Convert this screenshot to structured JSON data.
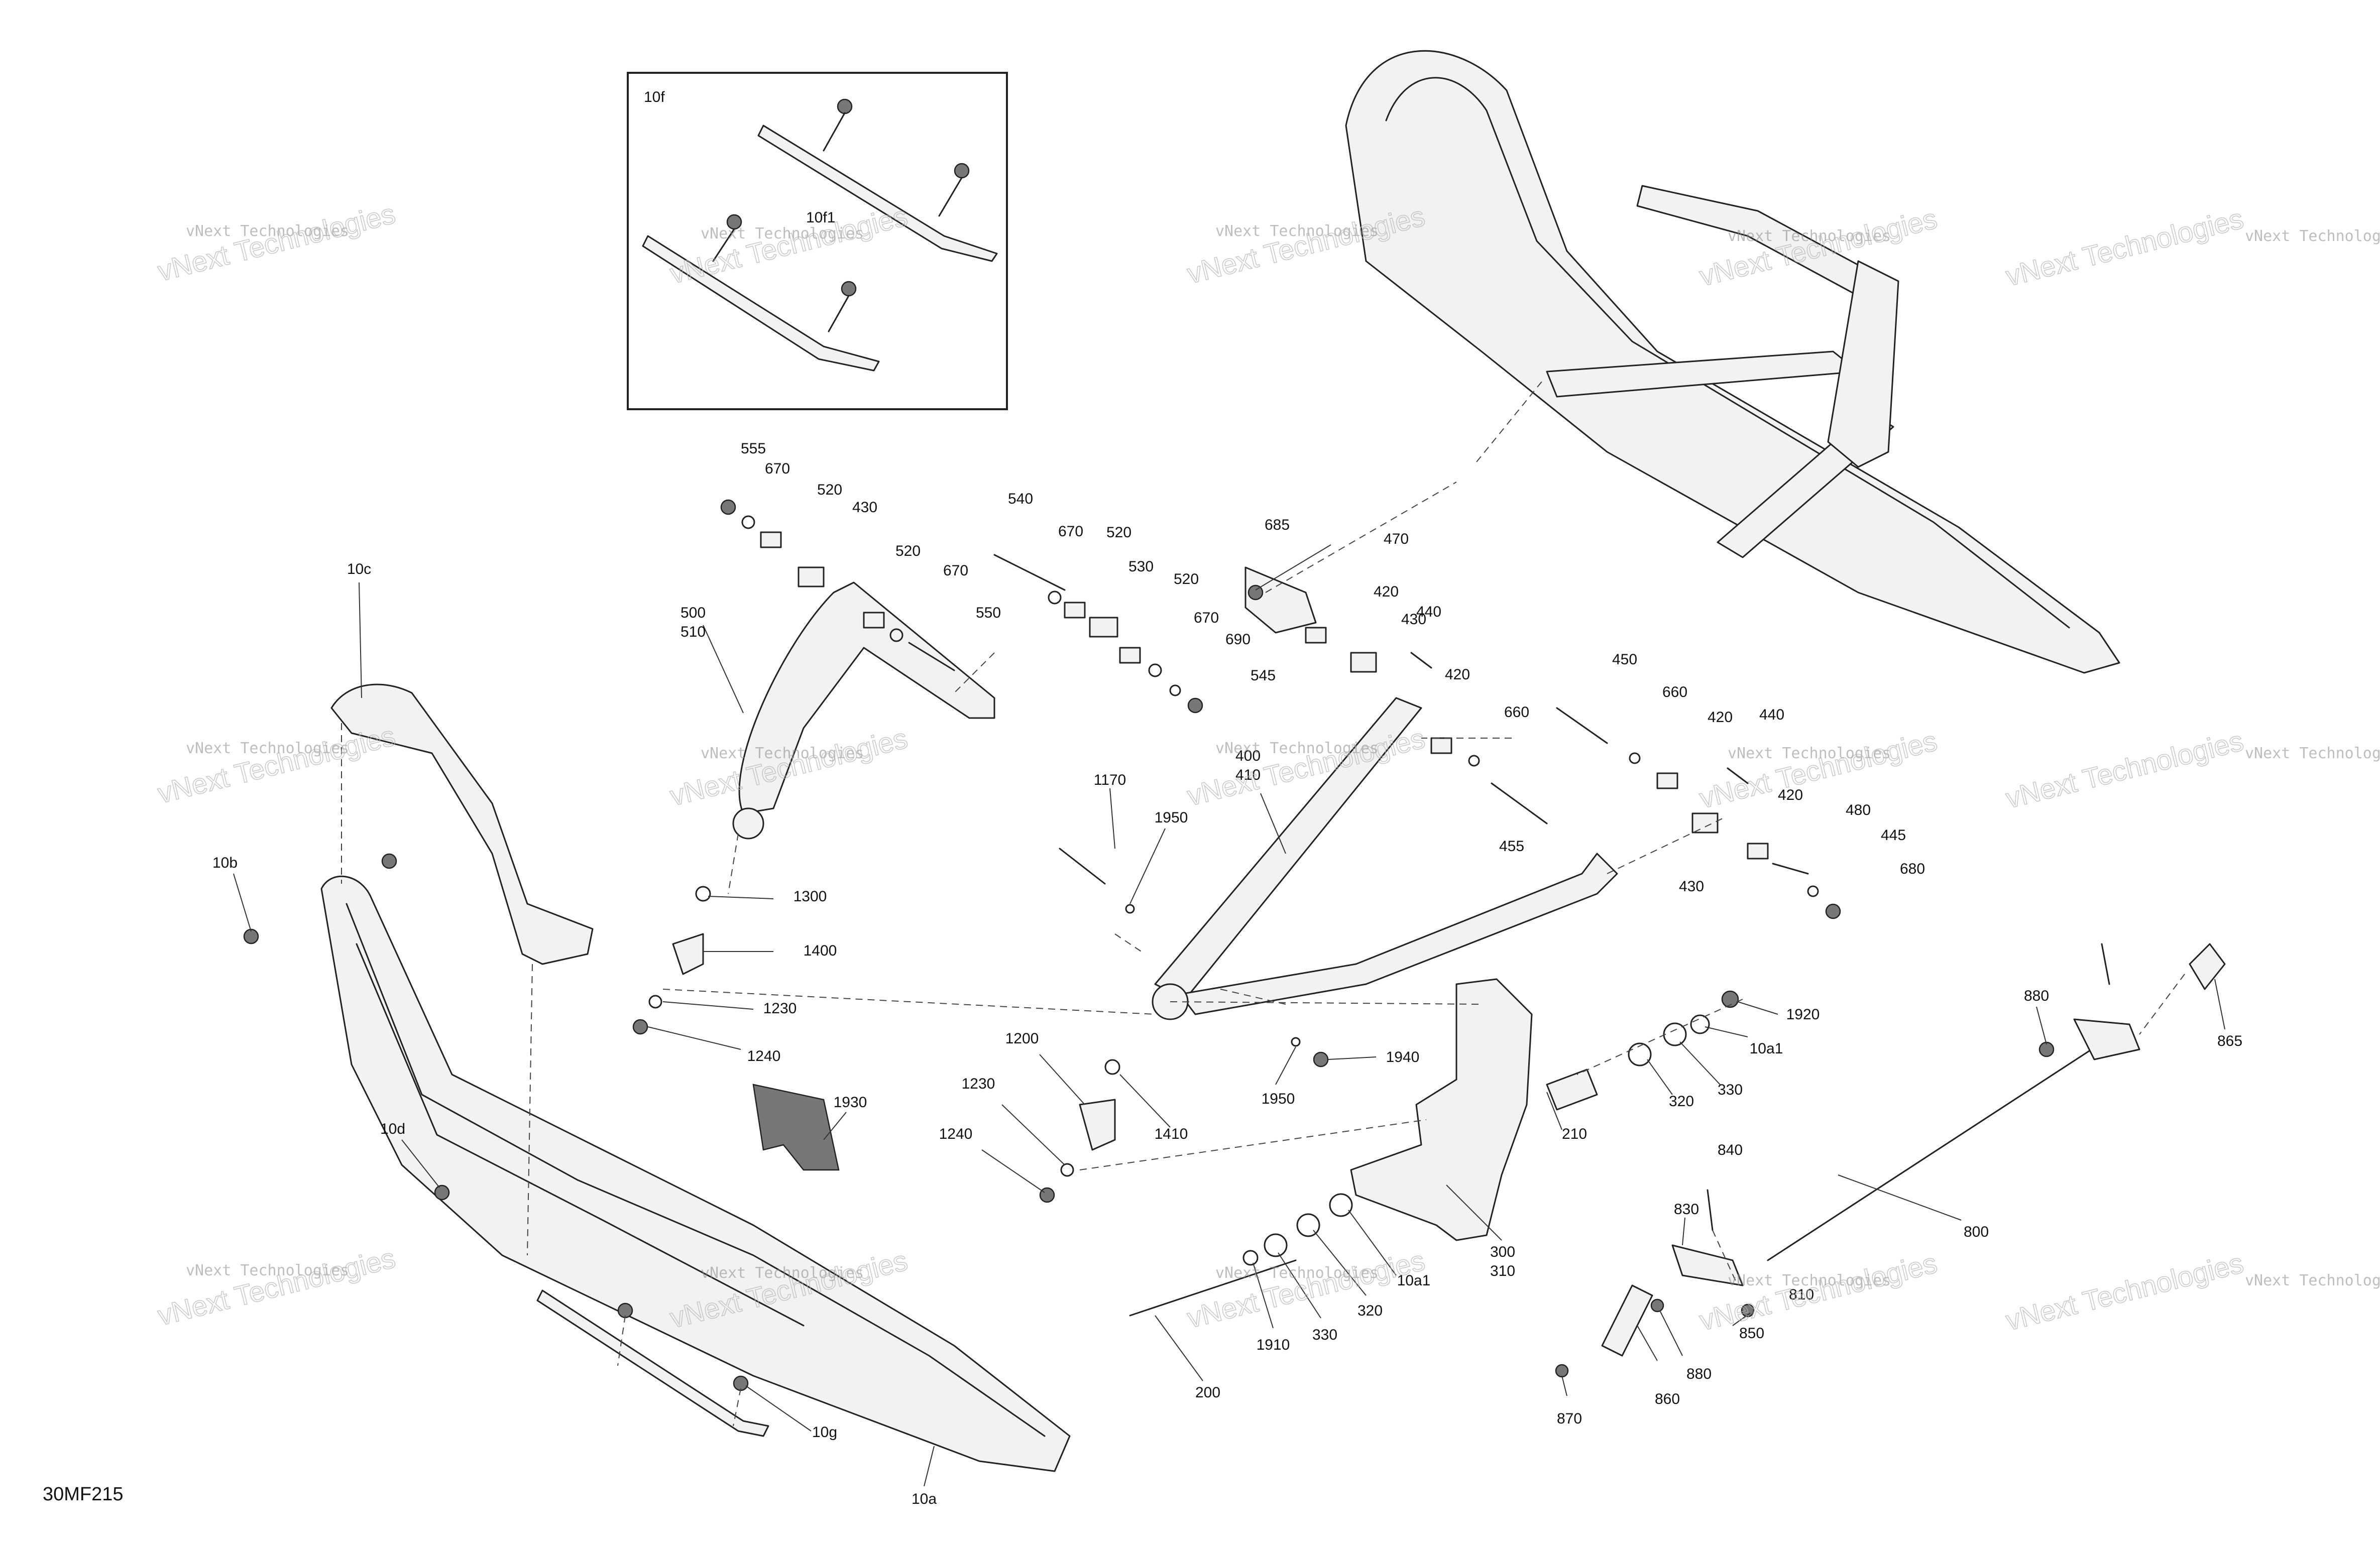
{
  "figure_id": "30MF215",
  "watermark": {
    "line1": "vNext Technologies",
    "line2": "vNext Technologies"
  },
  "inset": {
    "label": "10f",
    "sublabel": "10f1"
  },
  "colors": {
    "line": "#222222",
    "background": "#ffffff",
    "watermark": "#b5b5b5"
  },
  "callouts": [
    "10c",
    "10b",
    "10d",
    "10a",
    "10g",
    "1930",
    "555",
    "670",
    "520",
    "430",
    "520",
    "670",
    "550",
    "500",
    "510",
    "540",
    "670",
    "520",
    "530",
    "520",
    "670",
    "690",
    "545",
    "685",
    "470",
    "420",
    "430",
    "440",
    "420",
    "660",
    "455",
    "450",
    "660",
    "420",
    "440",
    "420",
    "480",
    "445",
    "680",
    "430",
    "400",
    "410",
    "1170",
    "1950",
    "1300",
    "1400",
    "1230",
    "1240",
    "1200",
    "1230",
    "1240",
    "1410",
    "1950",
    "1940",
    "1920",
    "10a1",
    "330",
    "320",
    "210",
    "300",
    "310",
    "10a1",
    "320",
    "330",
    "1910",
    "200",
    "840",
    "830",
    "810",
    "850",
    "880",
    "860",
    "870",
    "880",
    "865",
    "800"
  ]
}
